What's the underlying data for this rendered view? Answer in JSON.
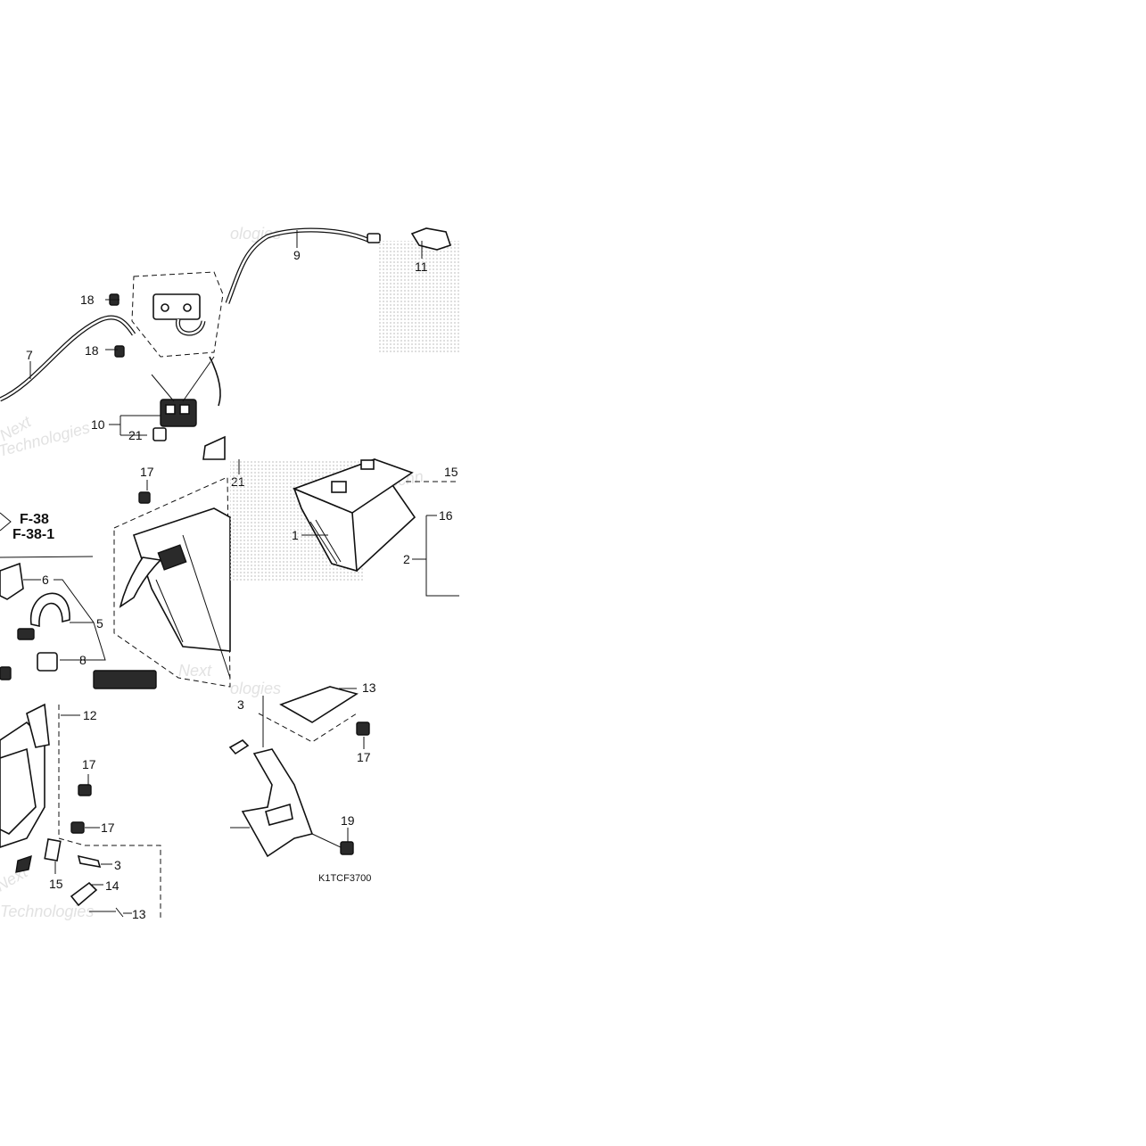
{
  "diagram": {
    "diagram_code": "K1TCF3700",
    "reference_pages": [
      "F-38",
      "F-38-1"
    ],
    "callouts": [
      "1",
      "2",
      "3",
      "5",
      "6",
      "7",
      "8",
      "9",
      "10",
      "11",
      "12",
      "13",
      "14",
      "15",
      "16",
      "17",
      "18",
      "19",
      "21"
    ],
    "watermark_text": [
      "Next",
      "Technologies",
      "Techn",
      "ologies"
    ]
  }
}
